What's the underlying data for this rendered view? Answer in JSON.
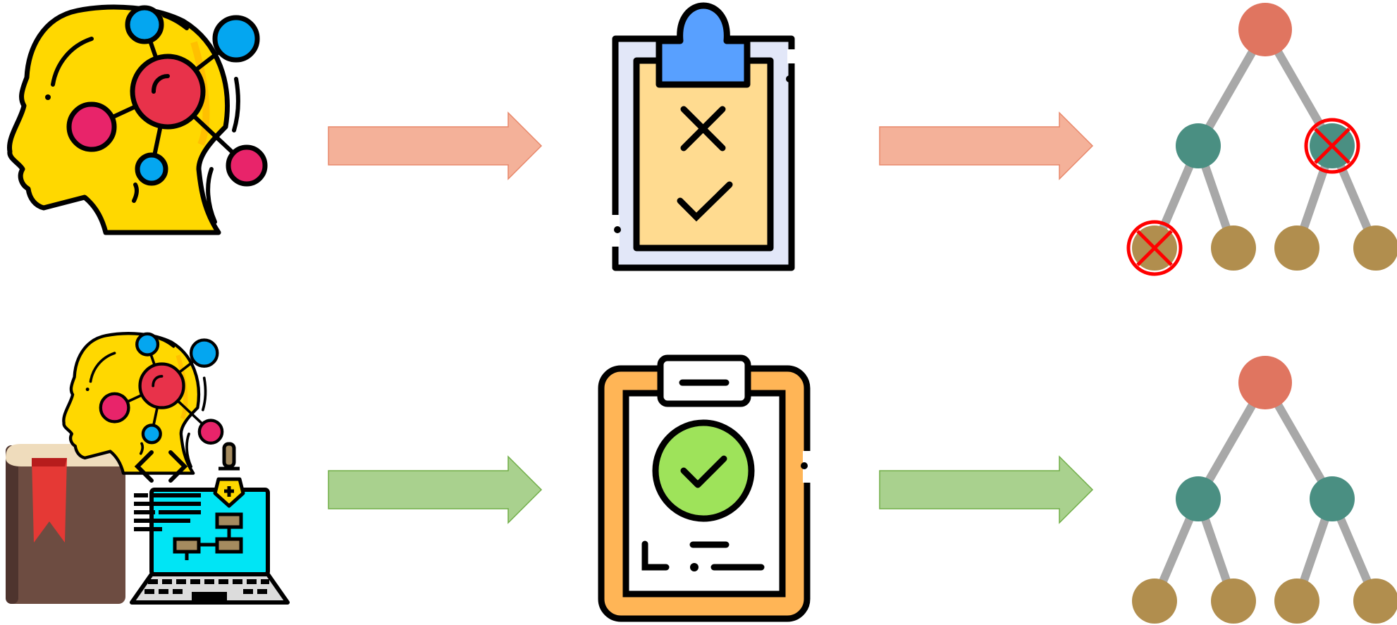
{
  "rows": [
    {
      "id": "top",
      "source_icon": "ai-head-icon",
      "arrow_icon": "arrow-right-icon",
      "arrow_fill": "#f4b199",
      "arrow_stroke": "#e8876a",
      "evaluation_icon": "clipboard-checklist-icon",
      "result_icon": "pruned-tree-icon",
      "pruned_nodes": [
        "level1-right",
        "level2-leftmost"
      ]
    },
    {
      "id": "bottom",
      "source_icon": "ai-head-with-book-and-laptop-icon",
      "arrow_icon": "arrow-right-icon",
      "arrow_fill": "#a9d18e",
      "arrow_stroke": "#70ad47",
      "evaluation_icon": "clipboard-approved-icon",
      "result_icon": "full-tree-icon",
      "pruned_nodes": []
    }
  ],
  "colors": {
    "root_node": "#e07560",
    "inner_node": "#4a8f82",
    "leaf_node": "#b18e4e",
    "edge": "#a8a8a8",
    "prune_mark": "#ff0000",
    "head": "#ffd800",
    "node_blue": "#04a6f0",
    "node_pink": "#e8246a",
    "clipboard_clip_blue": "#58a0ff",
    "clipboard_paper_yellow": "#ffdb90",
    "clipboard_board_orange": "#ffb556",
    "check_green": "#9ee35a",
    "laptop_screen": "#00e5f5",
    "book": "#6d4c41",
    "bookmark": "#e53935"
  }
}
